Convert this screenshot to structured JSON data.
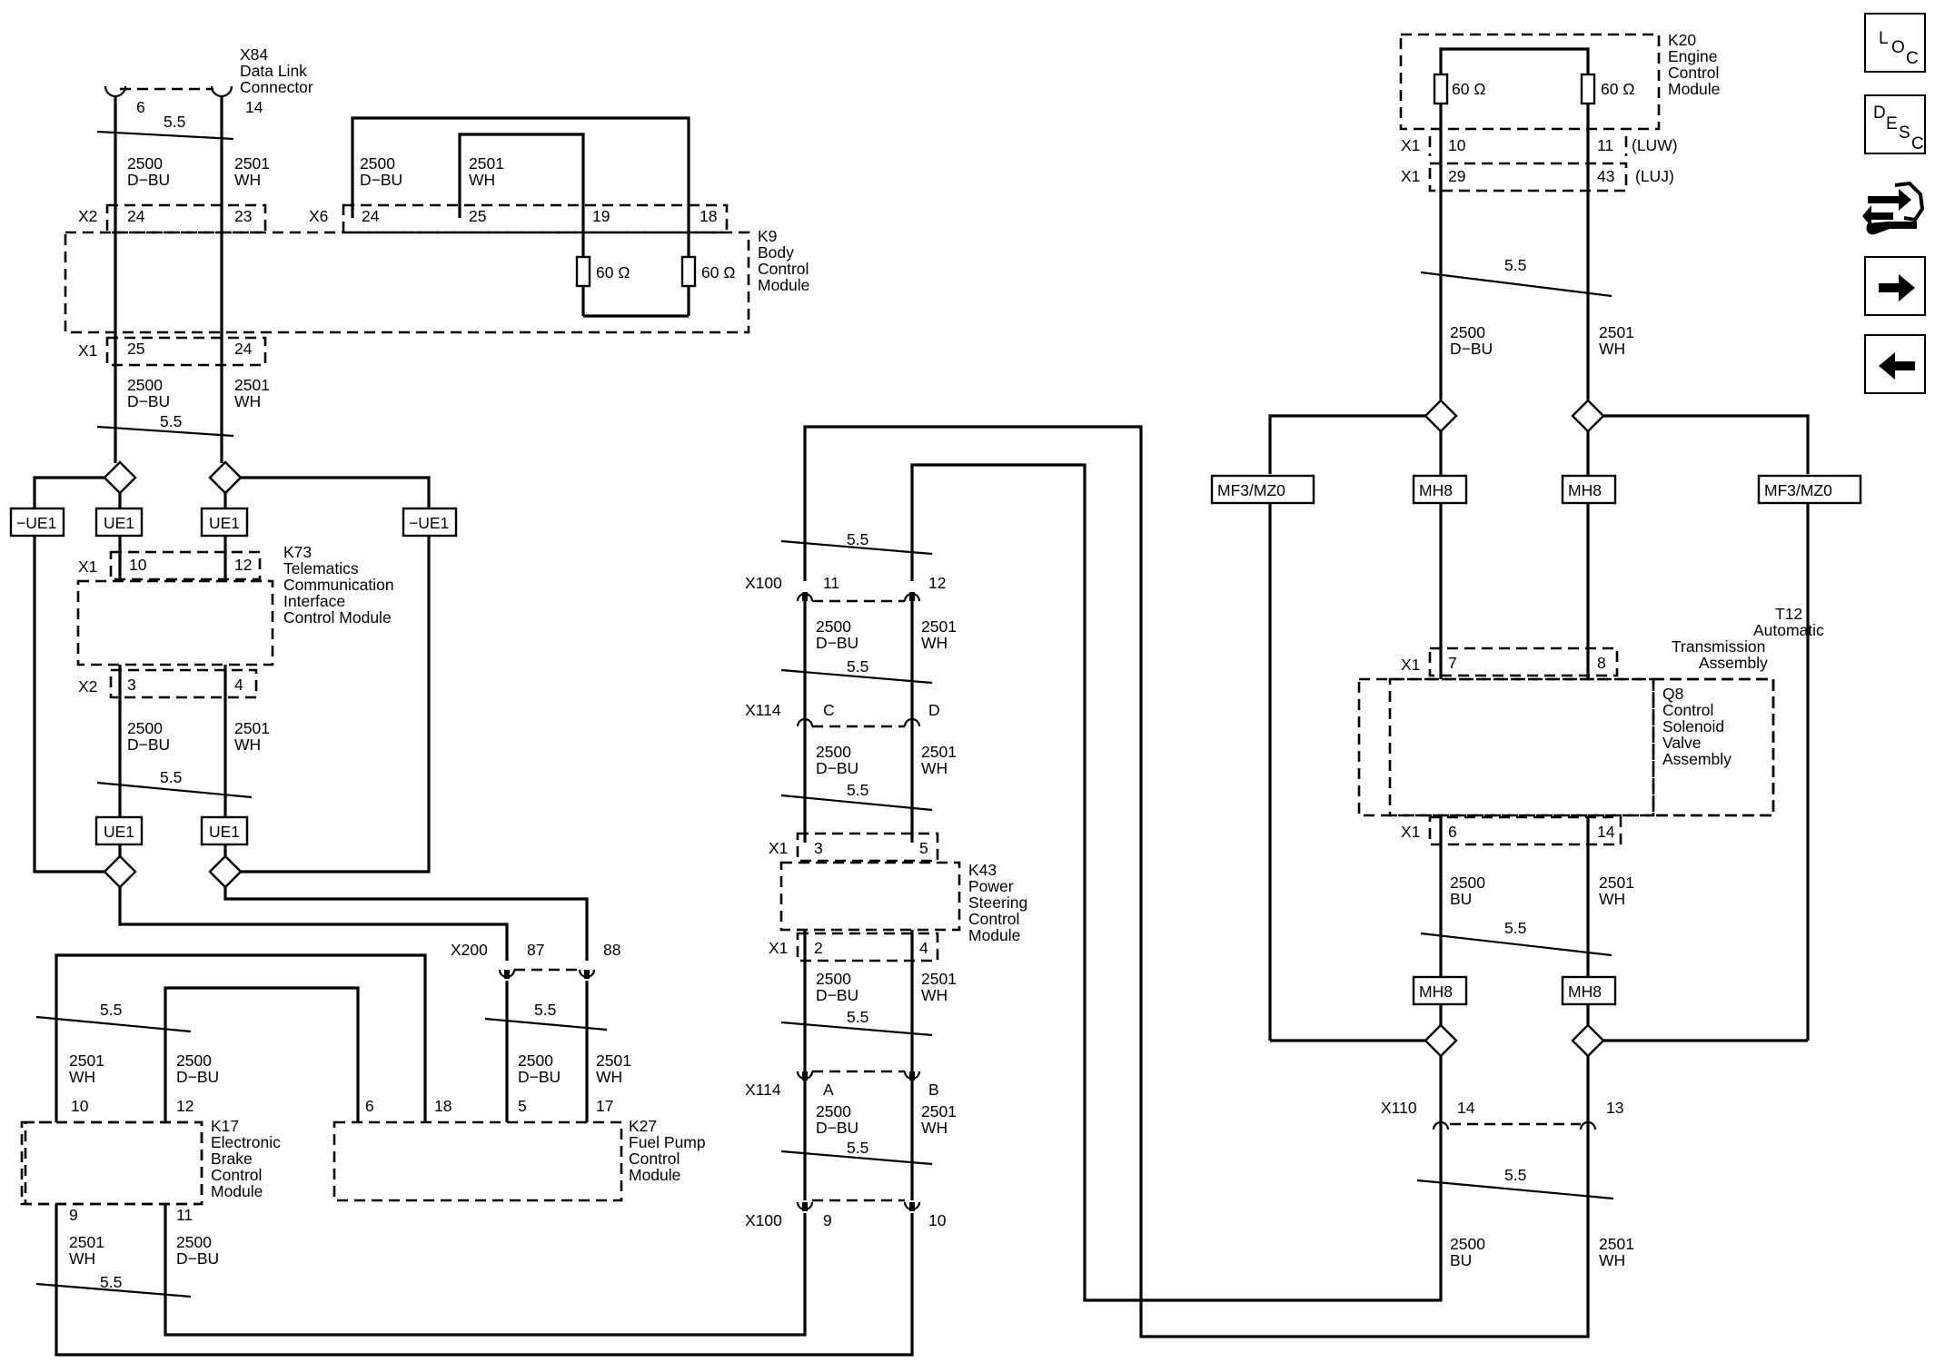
{
  "nav": {
    "loc": [
      "L",
      "O",
      "C"
    ],
    "desc": [
      "D",
      "E",
      "S",
      "C"
    ]
  },
  "labels": {
    "x84": [
      "X84",
      "Data Link",
      "Connector"
    ],
    "k9": [
      "K9",
      "Body",
      "Control",
      "Module"
    ],
    "k73": [
      "K73",
      "Telematics",
      "Communication",
      "Interface",
      "Control Module"
    ],
    "k17": [
      "K17",
      "Electronic",
      "Brake",
      "Control",
      "Module"
    ],
    "k27": [
      "K27",
      "Fuel Pump",
      "Control",
      "Module"
    ],
    "k43": [
      "K43",
      "Power",
      "Steering",
      "Control",
      "Module"
    ],
    "k20": [
      "K20",
      "Engine",
      "Control",
      "Module"
    ],
    "t12": [
      "T12",
      "Automatic",
      "Transmission",
      "Assembly"
    ],
    "q8": [
      "Q8",
      "Control",
      "Solenoid",
      "Valve",
      "Assembly"
    ],
    "x2": "X2",
    "x6": "X6",
    "x1": "X1",
    "x100": "X100",
    "x114": "X114",
    "x200": "X200",
    "x110": "X110",
    "twist": "5.5",
    "circ_a": "2500",
    "circ_b": "2501",
    "col_dbu": "D−BU",
    "col_bu": "BU",
    "col_wh": "WH",
    "res": "60 Ω",
    "ue1": "UE1",
    "not_ue1": "−UE1",
    "mh8": "MH8",
    "mf3": "MF3/MZ0",
    "luw": "(LUW)",
    "luj": "(LUJ)",
    "pins": {
      "p6": "6",
      "p14": "14",
      "p24": "24",
      "p23": "23",
      "p25": "25",
      "p19": "19",
      "p18": "18",
      "p10": "10",
      "p12": "12",
      "p3": "3",
      "p4": "4",
      "p87": "87",
      "p88": "88",
      "p9": "9",
      "p11": "11",
      "p5": "5",
      "p17": "17",
      "p2": "2",
      "pC": "C",
      "pD": "D",
      "pA": "A",
      "pB": "B",
      "p29": "29",
      "p43": "43",
      "p7": "7",
      "p8": "8",
      "p13": "13"
    }
  }
}
